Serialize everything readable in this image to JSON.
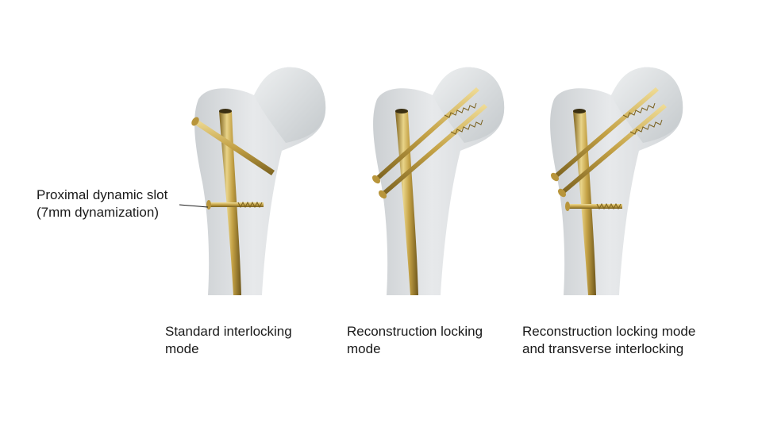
{
  "callout": {
    "line1": "Proximal dynamic slot",
    "line2": "(7mm dynamization)"
  },
  "panels": [
    {
      "caption_line1": "Standard interlocking",
      "caption_line2": "mode"
    },
    {
      "caption_line1": "Reconstruction locking",
      "caption_line2": "mode"
    },
    {
      "caption_line1": "Reconstruction locking mode",
      "caption_line2": "and transverse interlocking"
    }
  ],
  "colors": {
    "bone": "#dcdfe1",
    "bone_shadow": "#b9bec2",
    "implant": "#c9a74a",
    "implant_dark": "#8a6d22",
    "implant_light": "#f1df9a"
  }
}
